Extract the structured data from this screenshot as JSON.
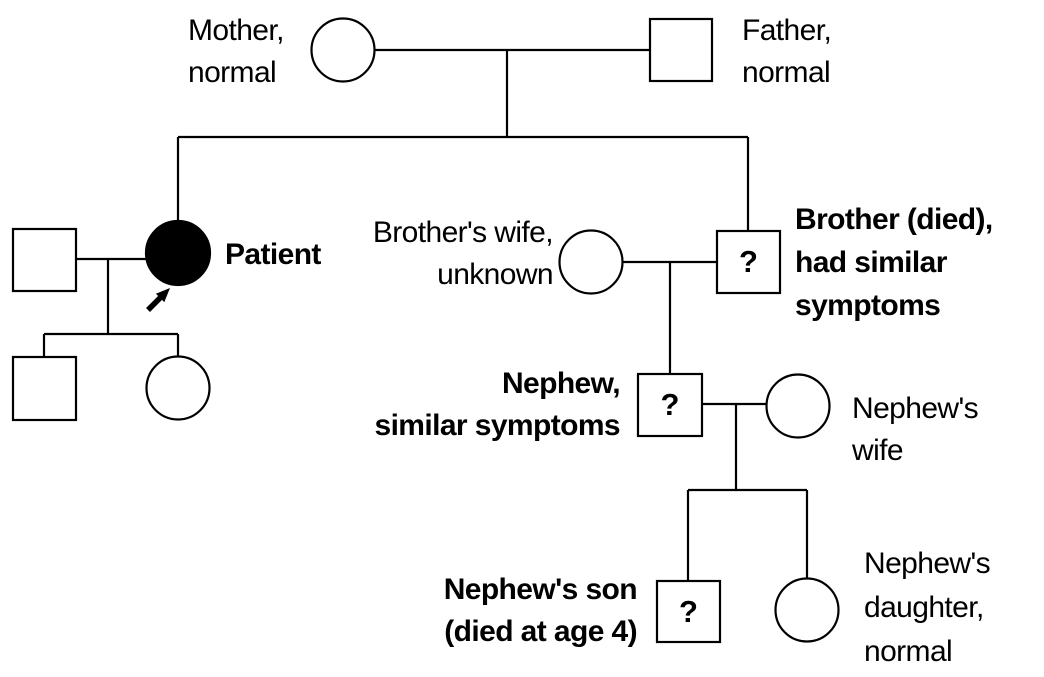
{
  "diagram": {
    "type": "pedigree",
    "background_color": "#ffffff",
    "line_color": "#000000",
    "affected_fill_color": "#000000",
    "unaffected_fill_color": "#ffffff",
    "individuals": {
      "mother": {
        "label": "Mother,\nnormal",
        "symbol": "circle",
        "filled": false
      },
      "father": {
        "label": "Father,\nnormal",
        "symbol": "square",
        "filled": false
      },
      "patient": {
        "label": "Patient",
        "symbol": "circle",
        "filled": true,
        "proband": true
      },
      "patients_husband": {
        "label": "",
        "symbol": "square",
        "filled": false
      },
      "patients_son": {
        "label": "",
        "symbol": "square",
        "filled": false
      },
      "patients_daughter": {
        "label": "",
        "symbol": "circle",
        "filled": false
      },
      "brothers_wife": {
        "label": "Brother's wife,\nunknown",
        "symbol": "circle",
        "filled": false
      },
      "brother": {
        "label": "Brother (died),\nhad similar\nsymptoms",
        "symbol": "square",
        "filled": false,
        "marker": "?"
      },
      "nephew": {
        "label": "Nephew,\nsimilar symptoms",
        "symbol": "square",
        "filled": false,
        "marker": "?"
      },
      "nephews_wife": {
        "label": "Nephew's\nwife",
        "symbol": "circle",
        "filled": false
      },
      "nephews_son": {
        "label": "Nephew's son\n(died at age 4)",
        "symbol": "square",
        "filled": false,
        "marker": "?"
      },
      "nephews_daughter": {
        "label": "Nephew's\ndaughter,\nnormal",
        "symbol": "circle",
        "filled": false
      }
    }
  }
}
